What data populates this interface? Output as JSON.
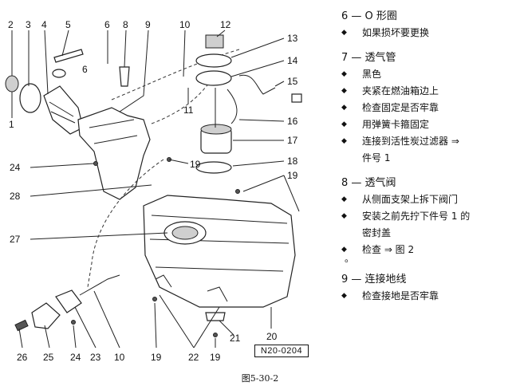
{
  "callouts": {
    "c1": "1",
    "c2": "2",
    "c3": "3",
    "c4": "4",
    "c5": "5",
    "c6a": "6",
    "c6b": "6",
    "c8": "8",
    "c9": "9",
    "c10a": "10",
    "c10b": "10",
    "c11": "11",
    "c12": "12",
    "c13": "13",
    "c14": "14",
    "c15": "15",
    "c16": "16",
    "c17": "17",
    "c18": "18",
    "c19a": "19",
    "c19b": "19",
    "c19c": "19",
    "c19d": "19",
    "c20": "20",
    "c21": "21",
    "c22": "22",
    "c23": "23",
    "c24a": "24",
    "c24b": "24",
    "c25": "25",
    "c26": "26",
    "c27": "27",
    "c28": "28"
  },
  "figure_code": "N20-0204",
  "caption": "图5-30-2",
  "notes": {
    "s6": {
      "head": "6 — O 形圈",
      "items": [
        "如果损坏要更换"
      ]
    },
    "s7": {
      "head": "7 — 透气管",
      "items": [
        "黑色",
        "夹紧在燃油箱边上",
        "检查固定是否牢靠",
        "用弹簧卡箍固定",
        "连接到活性炭过滤器 ⇒"
      ],
      "cont": "件号 1"
    },
    "s8": {
      "head": "8 — 透气阀",
      "items": [
        "从侧面支架上拆下阀门",
        "安装之前先拧下件号 1 的"
      ],
      "cont": "密封盖",
      "items2": [
        "检查 ⇒ 图 2"
      ],
      "dot": "。"
    },
    "s9": {
      "head": "9 — 连接地线",
      "items": [
        "检查接地是否牢靠"
      ]
    },
    "bullet_symbol": "◆"
  }
}
